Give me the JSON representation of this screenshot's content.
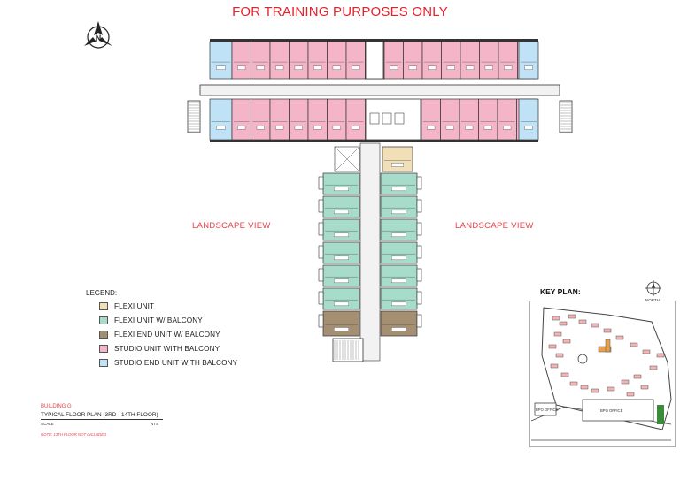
{
  "banner": "FOR TRAINING PURPOSES ONLY",
  "landscape_left": "LANDSCAPE VIEW",
  "landscape_right": "LANDSCAPE VIEW",
  "legend": {
    "title": "LEGEND:",
    "items": [
      {
        "label": "FLEXI UNIT",
        "color": "#f1dfb8"
      },
      {
        "label": "FLEXI UNIT W/ BALCONY",
        "color": "#a7dccb"
      },
      {
        "label": "FLEXI END UNIT W/ BALCONY",
        "color": "#a58f72"
      },
      {
        "label": "STUDIO UNIT WITH BALCONY",
        "color": "#f3b5c7"
      },
      {
        "label": "STUDIO END UNIT WITH BALCONY",
        "color": "#bfe2f6"
      }
    ]
  },
  "title_block": {
    "building": "BUILDING G",
    "plan_title": "TYPICAL FLOOR PLAN (3RD - 14TH FLOOR)",
    "scale_label": "SCALE",
    "scale_value": "NTS",
    "note": "NOTE: 13TH FLOOR NOT INCLUDED"
  },
  "key_plan": {
    "title": "KEY PLAN:",
    "north_label": "NORTH",
    "bpo_left": "BPO OFFICE",
    "bpo_right": "BPO OFFICE"
  }
}
